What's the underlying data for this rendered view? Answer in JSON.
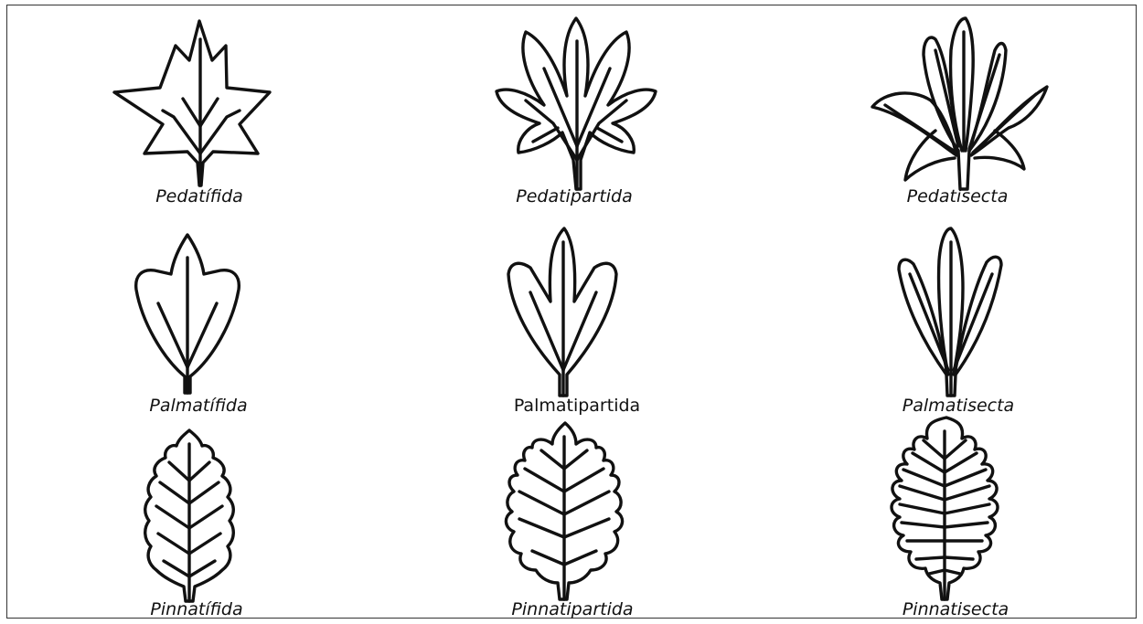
{
  "leaves": [
    {
      "name": "Pedatífida",
      "italic": true
    },
    {
      "name": "Pedatipartida",
      "italic": true
    },
    {
      "name": "Pedatisecta",
      "italic": true
    },
    {
      "name": "Palmatífida",
      "italic": true
    },
    {
      "name": "Palmatipartida",
      "italic": false
    },
    {
      "name": "Palmatisecta",
      "italic": true
    },
    {
      "name": "Pinnatífida",
      "italic": true
    },
    {
      "name": "Pinnatipartida",
      "italic": true
    },
    {
      "name": "Pinnatisecta",
      "italic": true
    }
  ]
}
